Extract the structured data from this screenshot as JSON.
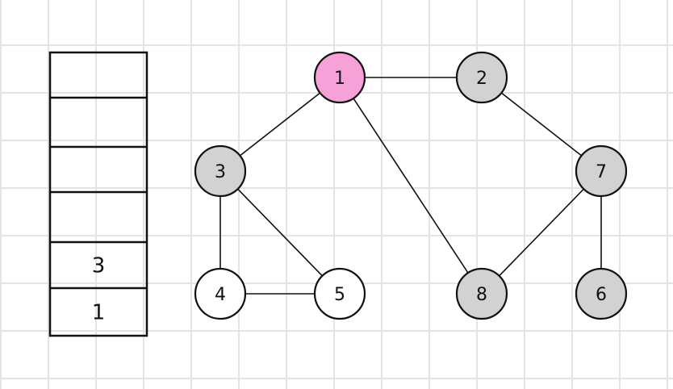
{
  "stack": {
    "values_bottom_to_top": [
      "1",
      "3"
    ],
    "slot_count": 6
  },
  "graph": {
    "nodes": [
      {
        "id": "1",
        "state": "current"
      },
      {
        "id": "2",
        "state": "visited"
      },
      {
        "id": "3",
        "state": "visited"
      },
      {
        "id": "4",
        "state": "unvisited"
      },
      {
        "id": "5",
        "state": "unvisited"
      },
      {
        "id": "6",
        "state": "visited"
      },
      {
        "id": "7",
        "state": "visited"
      },
      {
        "id": "8",
        "state": "visited"
      }
    ],
    "edges": [
      [
        "1",
        "2"
      ],
      [
        "1",
        "3"
      ],
      [
        "1",
        "8"
      ],
      [
        "2",
        "7"
      ],
      [
        "3",
        "4"
      ],
      [
        "3",
        "5"
      ],
      [
        "4",
        "5"
      ],
      [
        "7",
        "8"
      ],
      [
        "7",
        "6"
      ]
    ]
  },
  "colors": {
    "current": "#f7a1d9",
    "visited": "#d2d2d2",
    "unvisited": "#ffffff",
    "stroke": "#111111"
  }
}
